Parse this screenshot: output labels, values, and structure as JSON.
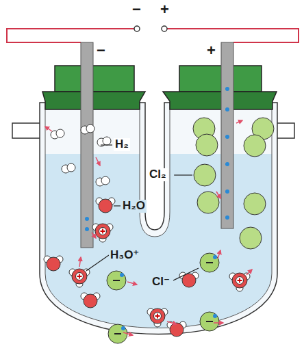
{
  "diagram": {
    "labels": [
      "−",
      "+",
      "−",
      "+",
      "H₂",
      "H₂O",
      "H₃O⁺",
      "Cl₂",
      "Cl⁻"
    ]
  }
}
